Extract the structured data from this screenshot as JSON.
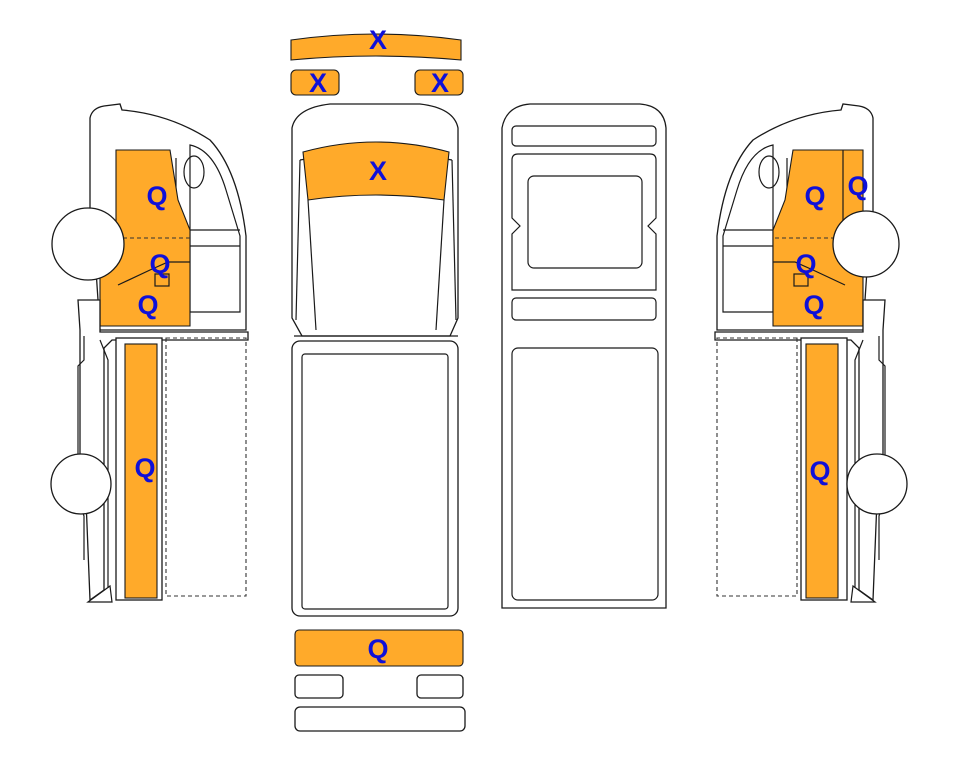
{
  "colors": {
    "marked_area": "#FFAA2A",
    "marker_text": "#0F10D8",
    "outline": "#1A1A1A"
  },
  "markers": {
    "roof_top": "X",
    "roof_left": "X",
    "roof_right": "X",
    "windshield": "X",
    "bumper_front": "Q",
    "left_door_upper": "Q",
    "left_door_mid": "Q",
    "left_door_low": "Q",
    "left_sill": "Q",
    "right_door_upper": "Q",
    "right_door_upper_edge": "Q",
    "right_door_mid": "Q",
    "right_door_low": "Q",
    "right_sill": "Q"
  }
}
